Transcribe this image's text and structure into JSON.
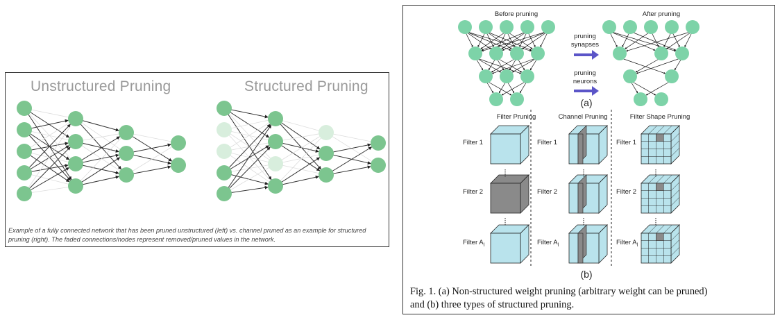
{
  "left_figure": {
    "title_unstructured": "Unstructured Pruning",
    "title_structured": "Structured Pruning",
    "caption": "Example of a fully connected network that has been pruned unstructured (left) vs. channel pruned as an example for structured pruning (right). The faded connections/nodes represent removed/pruned values in the network.",
    "colors": {
      "node": "#7cc58f",
      "node_faded": "#d8eedd",
      "edge": "#333333",
      "edge_faded": "#dddddd"
    }
  },
  "right_figure": {
    "before_label": "Before pruning",
    "after_label": "After pruning",
    "arrow1_line1": "pruning",
    "arrow1_line2": "synapses",
    "arrow2_line1": "pruning",
    "arrow2_line2": "neurons",
    "sublabel_a": "(a)",
    "sublabel_b": "(b)",
    "col_filter": "Filter Pruning",
    "col_channel": "Channel Pruning",
    "col_shape": "Filter Shape Pruning",
    "row_filter1": "Filter 1",
    "row_filter2": "Filter 2",
    "row_filterA": "Filter A",
    "row_filterA_sub": "l",
    "caption_line1": "Fig. 1.  (a) Non-structured weight pruning (arbitrary weight can be pruned)",
    "caption_line2": "and (b) three types of structured pruning.",
    "colors": {
      "node": "#7dd3a8",
      "cube": "#b9e3ec",
      "pruned": "#8a8a8a",
      "arrow": "#5b55c8"
    }
  }
}
